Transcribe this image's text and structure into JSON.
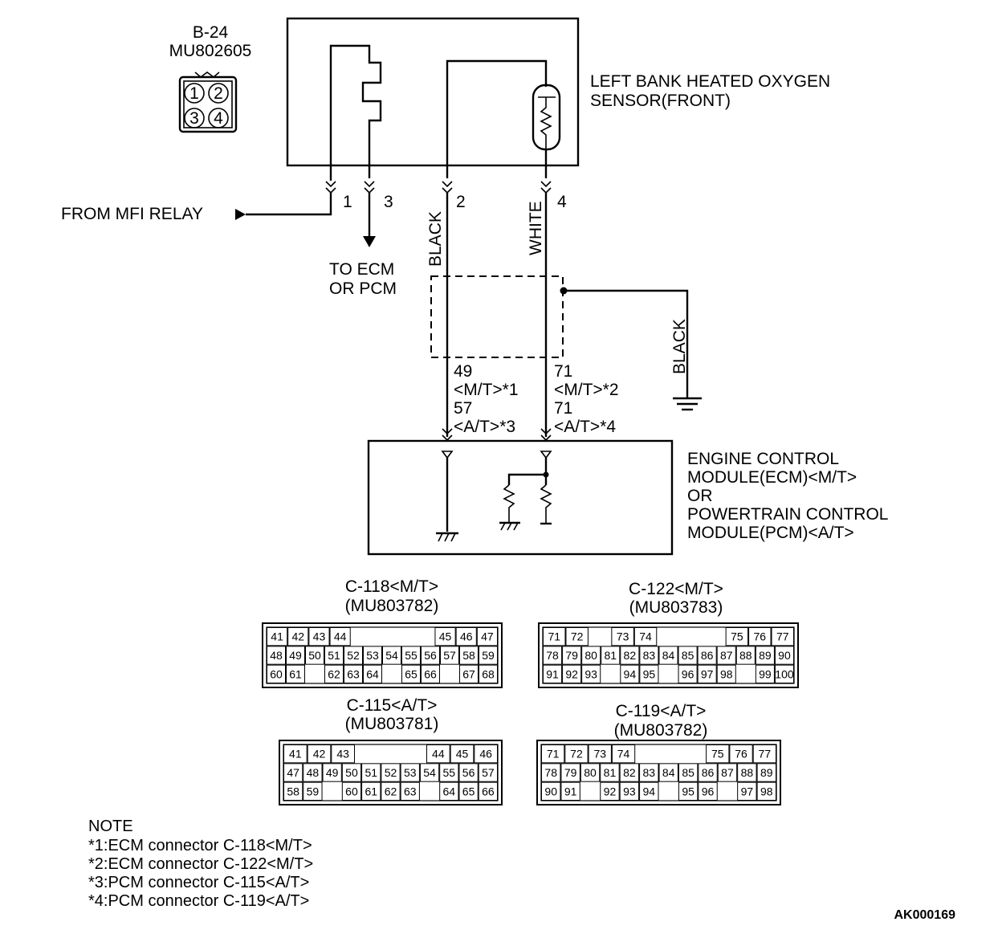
{
  "sensor_connector": {
    "id": "B-24",
    "part": "MU802605",
    "pins": [
      "1",
      "2",
      "3",
      "4"
    ]
  },
  "sensor": {
    "label_line1": "LEFT BANK HEATED OXYGEN",
    "label_line2": "SENSOR(FRONT)",
    "terminals": [
      "1",
      "3",
      "2",
      "4"
    ]
  },
  "from_relay": "FROM MFI RELAY",
  "to_ecm_line1": "TO ECM",
  "to_ecm_line2": "OR PCM",
  "wires": {
    "black": "BLACK",
    "white": "WHITE",
    "ground": "BLACK"
  },
  "ecm_terms": {
    "left": [
      "49",
      "<M/T>*1",
      "57",
      "<A/T>*3"
    ],
    "right": [
      "71",
      "<M/T>*2",
      "71",
      "<A/T>*4"
    ]
  },
  "module": {
    "line1": "ENGINE CONTROL",
    "line2": "MODULE(ECM)<M/T>",
    "line3": "OR",
    "line4": "POWERTRAIN CONTROL",
    "line5": "MODULE(PCM)<A/T>"
  },
  "connectors": [
    {
      "name": "C-118<M/T>",
      "part": "(MU803782)",
      "rows": [
        [
          "41",
          "42",
          "43",
          "44",
          "",
          "",
          "",
          "",
          "45",
          "46",
          "47"
        ],
        [
          "48",
          "49",
          "50",
          "51",
          "52",
          "53",
          "54",
          "55",
          "56",
          "57",
          "58",
          "59"
        ],
        [
          "60",
          "61",
          "",
          "62",
          "63",
          "64",
          "",
          "65",
          "66",
          "",
          "67",
          "68"
        ]
      ]
    },
    {
      "name": "C-122<M/T>",
      "part": "(MU803783)",
      "rows": [
        [
          "71",
          "72",
          "",
          "73",
          "74",
          "",
          "",
          "",
          "75",
          "76",
          "77"
        ],
        [
          "78",
          "79",
          "80",
          "81",
          "82",
          "83",
          "84",
          "85",
          "86",
          "87",
          "88",
          "89",
          "90"
        ],
        [
          "91",
          "92",
          "93",
          "",
          "94",
          "95",
          "",
          "96",
          "97",
          "98",
          "",
          "99",
          "100"
        ]
      ]
    },
    {
      "name": "C-115<A/T>",
      "part": "(MU803781)",
      "rows": [
        [
          "41",
          "42",
          "43",
          "",
          "",
          "",
          "44",
          "45",
          "46"
        ],
        [
          "47",
          "48",
          "49",
          "50",
          "51",
          "52",
          "53",
          "54",
          "55",
          "56",
          "57"
        ],
        [
          "58",
          "59",
          "",
          "60",
          "61",
          "62",
          "63",
          "",
          "64",
          "65",
          "66"
        ]
      ]
    },
    {
      "name": "C-119<A/T>",
      "part": "(MU803782)",
      "rows": [
        [
          "71",
          "72",
          "73",
          "74",
          "",
          "",
          "",
          "75",
          "76",
          "77"
        ],
        [
          "78",
          "79",
          "80",
          "81",
          "82",
          "83",
          "84",
          "85",
          "86",
          "87",
          "88",
          "89"
        ],
        [
          "90",
          "91",
          "",
          "92",
          "93",
          "94",
          "",
          "95",
          "96",
          "",
          "97",
          "98"
        ]
      ]
    }
  ],
  "note": {
    "title": "NOTE",
    "lines": [
      "*1:ECM connector C-118<M/T>",
      "*2:ECM connector C-122<M/T>",
      "*3:PCM connector C-115<A/T>",
      "*4:PCM connector C-119<A/T>"
    ]
  },
  "figure_id": "AK000169"
}
